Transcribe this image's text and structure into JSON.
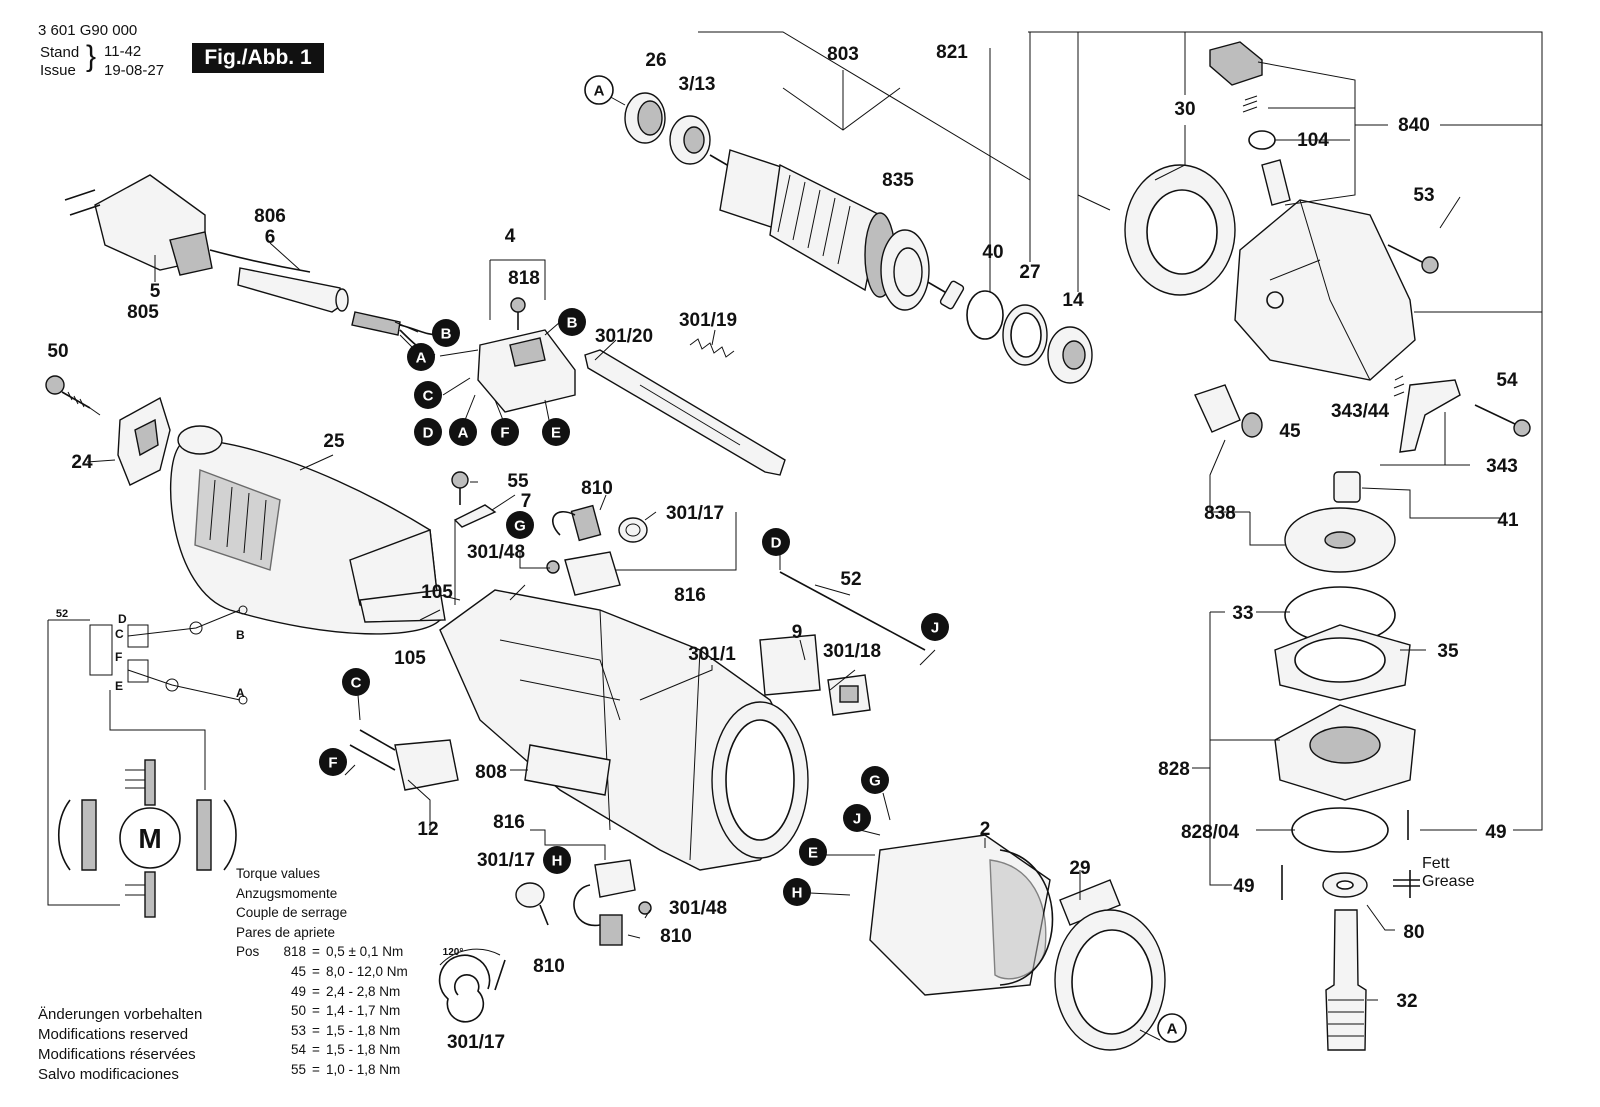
{
  "header": {
    "doc_number": "3 601 G90 000",
    "stand_label": "Stand",
    "issue_label": "Issue",
    "stand_value": "11-42",
    "issue_value": "19-08-27",
    "figure_label": "Fig./Abb. 1"
  },
  "torque": {
    "titles": [
      "Torque values",
      "Anzugsmomente",
      "Couple de serrage",
      "Pares de apriete"
    ],
    "prefix": "Pos",
    "rows": [
      {
        "pos": "818",
        "value": "0,5 ± 0,1 Nm"
      },
      {
        "pos": "45",
        "value": "8,0 - 12,0 Nm"
      },
      {
        "pos": "49",
        "value": "2,4 - 2,8 Nm"
      },
      {
        "pos": "50",
        "value": "1,4 - 1,7 Nm"
      },
      {
        "pos": "53",
        "value": "1,5 - 1,8 Nm"
      },
      {
        "pos": "54",
        "value": "1,5 - 1,8 Nm"
      },
      {
        "pos": "55",
        "value": "1,0 - 1,8 Nm"
      }
    ]
  },
  "modifications": [
    "Änderungen vorbehalten",
    "Modifications reserved",
    "Modifications réservées",
    "Salvo modificaciones"
  ],
  "grease": {
    "fett": "Fett",
    "grease": "Grease"
  },
  "schematic": {
    "wire_label": "52",
    "motor_label": "M",
    "terminals": [
      "D",
      "C",
      "F",
      "E",
      "B",
      "A"
    ]
  },
  "angle_label": "120°",
  "part_labels": [
    {
      "id": "26",
      "text": "26"
    },
    {
      "id": "3-13",
      "text": "3/13"
    },
    {
      "id": "803",
      "text": "803"
    },
    {
      "id": "821",
      "text": "821"
    },
    {
      "id": "840",
      "text": "840"
    },
    {
      "id": "30",
      "text": "30"
    },
    {
      "id": "104",
      "text": "104"
    },
    {
      "id": "835",
      "text": "835"
    },
    {
      "id": "53",
      "text": "53"
    },
    {
      "id": "40",
      "text": "40"
    },
    {
      "id": "27",
      "text": "27"
    },
    {
      "id": "14",
      "text": "14"
    },
    {
      "id": "806",
      "text": "806"
    },
    {
      "id": "6",
      "text": "6"
    },
    {
      "id": "5",
      "text": "5"
    },
    {
      "id": "805",
      "text": "805"
    },
    {
      "id": "4",
      "text": "4"
    },
    {
      "id": "818",
      "text": "818"
    },
    {
      "id": "301-20",
      "text": "301/20"
    },
    {
      "id": "301-19",
      "text": "301/19"
    },
    {
      "id": "50",
      "text": "50"
    },
    {
      "id": "24",
      "text": "24"
    },
    {
      "id": "25",
      "text": "25"
    },
    {
      "id": "54",
      "text": "54"
    },
    {
      "id": "343-44",
      "text": "343/44"
    },
    {
      "id": "45",
      "text": "45"
    },
    {
      "id": "343",
      "text": "343"
    },
    {
      "id": "55",
      "text": "55"
    },
    {
      "id": "7",
      "text": "7"
    },
    {
      "id": "810-a",
      "text": "810"
    },
    {
      "id": "301-17-a",
      "text": "301/17"
    },
    {
      "id": "301-48-a",
      "text": "301/48"
    },
    {
      "id": "816-a",
      "text": "816"
    },
    {
      "id": "838",
      "text": "838"
    },
    {
      "id": "41",
      "text": "41"
    },
    {
      "id": "105-a",
      "text": "105"
    },
    {
      "id": "105-b",
      "text": "105"
    },
    {
      "id": "52",
      "text": "52"
    },
    {
      "id": "33",
      "text": "33"
    },
    {
      "id": "35",
      "text": "35"
    },
    {
      "id": "9",
      "text": "9"
    },
    {
      "id": "301-1",
      "text": "301/1"
    },
    {
      "id": "301-18",
      "text": "301/18"
    },
    {
      "id": "828",
      "text": "828"
    },
    {
      "id": "808",
      "text": "808"
    },
    {
      "id": "12",
      "text": "12"
    },
    {
      "id": "816-b",
      "text": "816"
    },
    {
      "id": "2",
      "text": "2"
    },
    {
      "id": "828-04",
      "text": "828/04"
    },
    {
      "id": "49-a",
      "text": "49"
    },
    {
      "id": "301-17-b",
      "text": "301/17"
    },
    {
      "id": "301-48-b",
      "text": "301/48"
    },
    {
      "id": "810-b",
      "text": "810"
    },
    {
      "id": "29",
      "text": "29"
    },
    {
      "id": "49-b",
      "text": "49"
    },
    {
      "id": "80",
      "text": "80"
    },
    {
      "id": "810-c",
      "text": "810"
    },
    {
      "id": "32",
      "text": "32"
    },
    {
      "id": "301-17-c",
      "text": "301/17"
    }
  ],
  "connectors": [
    {
      "id": "A-top",
      "letter": "A",
      "style": "open"
    },
    {
      "id": "B-cord",
      "letter": "B",
      "style": "filled"
    },
    {
      "id": "A-cord",
      "letter": "A",
      "style": "filled"
    },
    {
      "id": "B-switch",
      "letter": "B",
      "style": "filled"
    },
    {
      "id": "C-switch",
      "letter": "C",
      "style": "filled"
    },
    {
      "id": "D-switch",
      "letter": "D",
      "style": "filled"
    },
    {
      "id": "A-switch",
      "letter": "A",
      "style": "filled"
    },
    {
      "id": "F-switch",
      "letter": "F",
      "style": "filled"
    },
    {
      "id": "E-switch",
      "letter": "E",
      "style": "filled"
    },
    {
      "id": "G-brush",
      "letter": "G",
      "style": "filled"
    },
    {
      "id": "D-wire",
      "letter": "D",
      "style": "filled"
    },
    {
      "id": "J-wire",
      "letter": "J",
      "style": "filled"
    },
    {
      "id": "C-cap",
      "letter": "C",
      "style": "filled"
    },
    {
      "id": "F-cap",
      "letter": "F",
      "style": "filled"
    },
    {
      "id": "G-field",
      "letter": "G",
      "style": "filled"
    },
    {
      "id": "J-field",
      "letter": "J",
      "style": "filled"
    },
    {
      "id": "E-field",
      "letter": "E",
      "style": "filled"
    },
    {
      "id": "H-brush",
      "letter": "H",
      "style": "filled"
    },
    {
      "id": "H-field",
      "letter": "H",
      "style": "filled"
    },
    {
      "id": "A-guard",
      "letter": "A",
      "style": "open"
    }
  ]
}
